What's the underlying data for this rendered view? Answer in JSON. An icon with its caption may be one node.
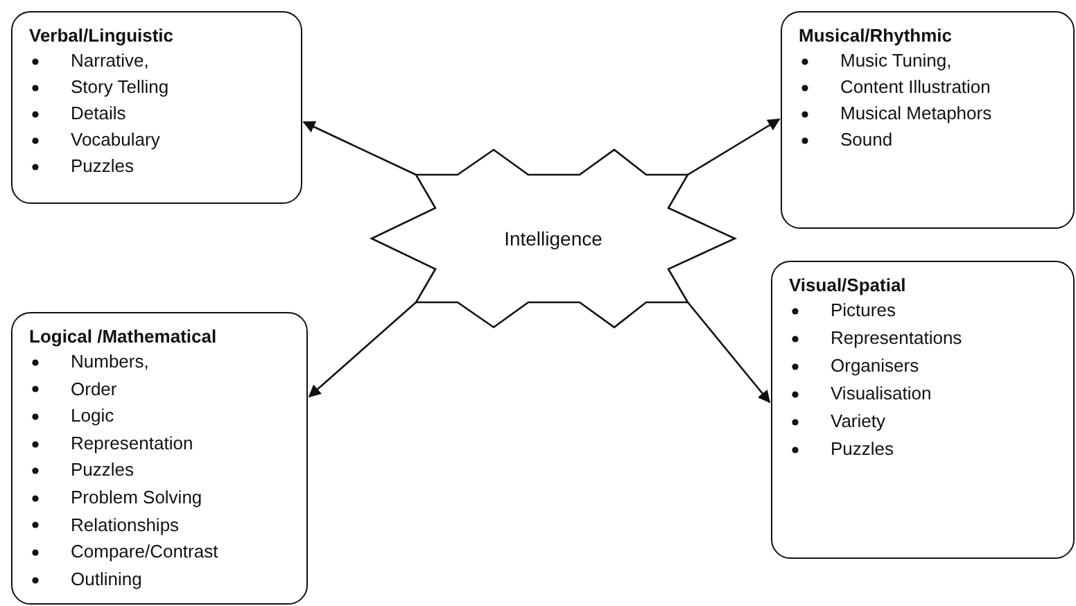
{
  "diagram": {
    "nodes": [
      {
        "text": [
          "Verbal/Linguistic",
          "Narrative,",
          "Story Telling",
          "Details",
          "Vocabulary",
          "Puzzles"
        ]
      },
      {
        "text": [
          "Musical/Rhythmic",
          "Music Tuning,",
          "Content Illustration",
          "Musical Metaphors",
          "Sound"
        ]
      },
      {
        "text": [
          "Intelligence"
        ]
      },
      {
        "text": [
          "Logical /Mathematical",
          "Numbers,",
          "Order",
          "Logic",
          "Representation",
          "Puzzles",
          "Problem Solving",
          "Relationships",
          "Compare/Contrast",
          "Outlining"
        ]
      },
      {
        "text": [
          "Visual/Spatial",
          "Pictures",
          "Representations",
          "Organisers",
          "Visualisation",
          "Variety",
          "Puzzles"
        ]
      }
    ],
    "edges": [
      {
        "from": 2,
        "to": 0,
        "arrow": "to"
      },
      {
        "from": 2,
        "to": 1,
        "arrow": "to"
      },
      {
        "from": 2,
        "to": 3,
        "arrow": "to"
      },
      {
        "from": 2,
        "to": 4,
        "arrow": "to"
      }
    ]
  }
}
